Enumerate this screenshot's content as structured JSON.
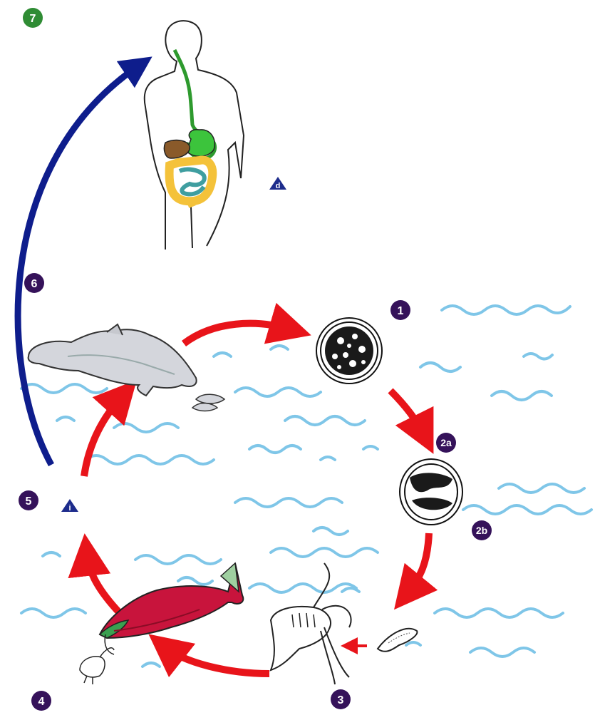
{
  "colors": {
    "background": "#ffffff",
    "water_waves": "#7fc6e8",
    "arrow_red": "#e8141a",
    "arrow_blue": "#0e1d8c",
    "step_badge": "#35125a",
    "final_badge": "#2f8c34",
    "triangle_marker": "#1d2c8c",
    "digestive_tract": "#3cc43c",
    "intestine_yellow": "#f4c23a",
    "intestine_teal": "#3f9ea0",
    "liver": "#8a5a2a",
    "salmon_body": "#c8143c",
    "dolphin": "#d4d6dc"
  },
  "steps": {
    "s1": "1",
    "s2a": "2a",
    "s2b": "2b",
    "s3": "3",
    "s4": "4",
    "s5": "5",
    "s6": "6",
    "s7": "7"
  },
  "markers": {
    "diagnostic": "d",
    "infective": "i"
  },
  "icons": [
    "human-host-icon",
    "dolphin-icon",
    "salmon-icon",
    "copepod-icon",
    "egg-icon",
    "coracidium-icon",
    "procercoid-icon",
    "small-fish-icon"
  ]
}
